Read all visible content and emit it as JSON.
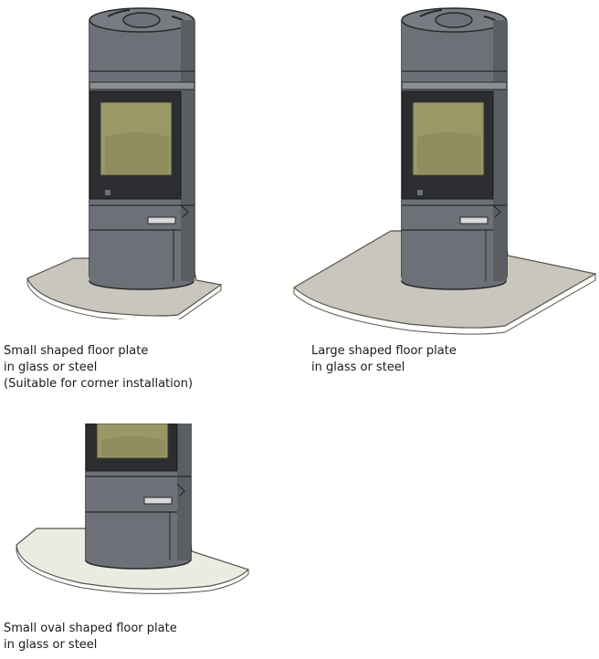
{
  "captions": {
    "small_shaped": {
      "line1": "Small shaped floor plate",
      "line2": "in glass or steel",
      "line3": "(Suitable for corner installation)"
    },
    "large_shaped": {
      "line1": "Large shaped floor plate",
      "line2": "in glass or steel"
    },
    "small_oval": {
      "line1": "Small oval shaped floor plate",
      "line2": "in glass or steel"
    }
  },
  "colors": {
    "stove_body": "#6d7177",
    "stove_dark": "#2b2d30",
    "glass": "#9a9866",
    "plate_steel": "#c9c7bd",
    "plate_glass": "#ecebe2"
  }
}
